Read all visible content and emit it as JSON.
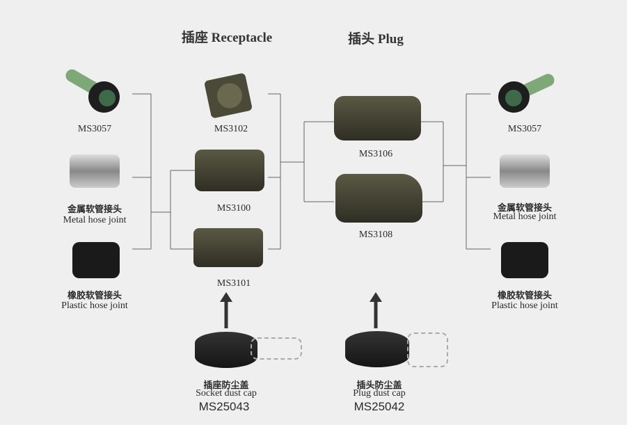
{
  "titles": {
    "receptacle": "插座 Receptacle",
    "plug": "插头 Plug"
  },
  "left": {
    "ms3057": "MS3057",
    "metal_cn": "金属软管接头",
    "metal_en": "Metal hose joint",
    "plastic_cn": "橡胶软管接头",
    "plastic_en": "Plastic hose joint"
  },
  "receptacle": {
    "ms3102": "MS3102",
    "ms3100": "MS3100",
    "ms3101": "MS3101"
  },
  "plug": {
    "ms3106": "MS3106",
    "ms3108": "MS3108"
  },
  "right": {
    "ms3057": "MS3057",
    "metal_cn": "金属软管接头",
    "metal_en": "Metal hose joint",
    "plastic_cn": "橡胶软管接头",
    "plastic_en": "Plastic hose joint"
  },
  "caps": {
    "socket": {
      "cn": "插座防尘盖",
      "en": "Socket dust cap",
      "code": "MS25043"
    },
    "plug": {
      "cn": "插头防尘盖",
      "en": "Plug dust cap",
      "code": "MS25042"
    }
  },
  "colors": {
    "background": "#efefef",
    "line": "#555555",
    "olive": "#4b4a38",
    "black": "#1e1e1e",
    "metal": "#b8b8b8",
    "hose": "#7fa878"
  }
}
